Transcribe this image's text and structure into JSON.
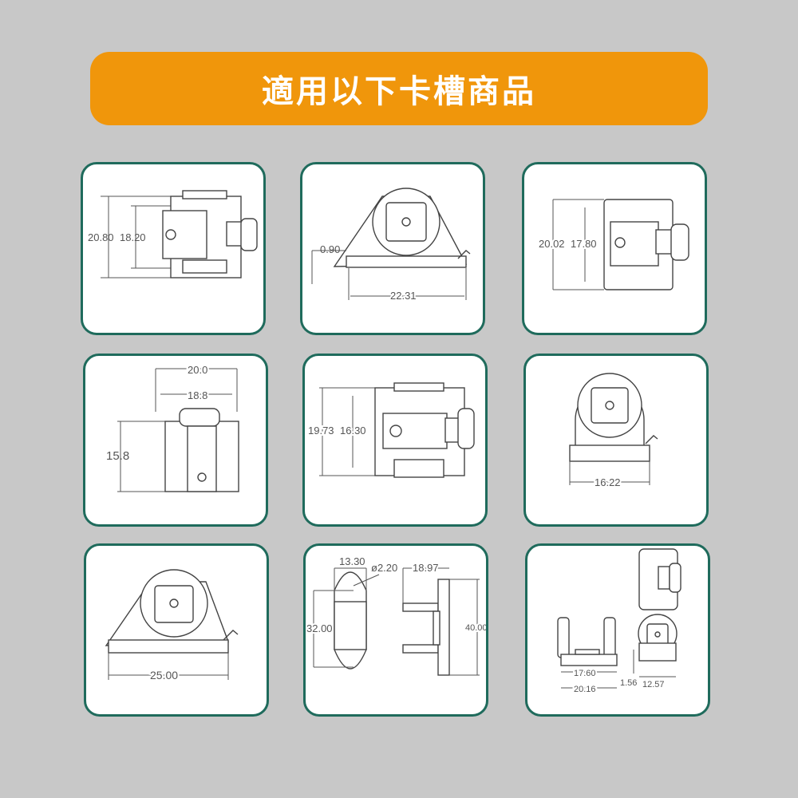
{
  "banner": {
    "title": "適用以下卡槽商品"
  },
  "accent_color": "#f0960b",
  "card_border_color": "#1f6b5c",
  "cards": [
    {
      "labels": [
        "20.80",
        "18.20"
      ]
    },
    {
      "labels": [
        "0.90",
        "22.31"
      ]
    },
    {
      "labels": [
        "20.02",
        "17.80"
      ]
    },
    {
      "labels": [
        "20.0",
        "18.8",
        "15.8"
      ]
    },
    {
      "labels": [
        "19.73",
        "16.30"
      ]
    },
    {
      "labels": [
        "16.22"
      ]
    },
    {
      "labels": [
        "25.00"
      ]
    },
    {
      "labels": [
        "13.30",
        "ø2.20",
        "18.97",
        "32.00",
        "40.00"
      ]
    },
    {
      "labels": [
        "17.60",
        "20.16",
        "1.56",
        "12.57"
      ]
    }
  ]
}
